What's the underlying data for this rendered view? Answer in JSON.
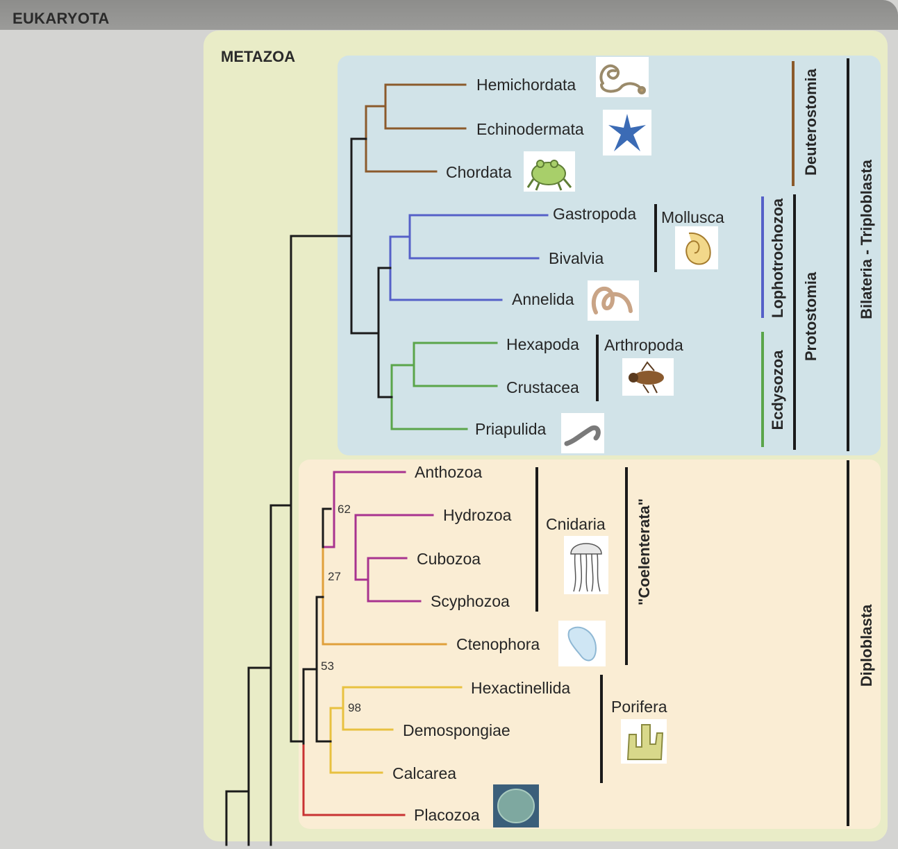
{
  "header": {
    "title": "EUKARYOTA"
  },
  "group": {
    "title": "METAZOA"
  },
  "taxa": [
    {
      "label": "Hemichordata",
      "icon": "acorn-worm-icon"
    },
    {
      "label": "Echinodermata",
      "icon": "starfish-icon"
    },
    {
      "label": "Chordata",
      "icon": "frog-icon"
    },
    {
      "label": "Gastropoda"
    },
    {
      "label": "Bivalvia"
    },
    {
      "label": "Annelida",
      "icon": "worm-icon"
    },
    {
      "label": "Hexapoda"
    },
    {
      "label": "Crustacea"
    },
    {
      "label": "Priapulida",
      "icon": "priapulid-icon"
    },
    {
      "label": "Anthozoa"
    },
    {
      "label": "Hydrozoa"
    },
    {
      "label": "Cubozoa"
    },
    {
      "label": "Scyphozoa"
    },
    {
      "label": "Ctenophora",
      "icon": "comb-jelly-icon"
    },
    {
      "label": "Hexactinellida"
    },
    {
      "label": "Demospongiae"
    },
    {
      "label": "Calcarea"
    },
    {
      "label": "Placozoa",
      "icon": "placozoan-icon"
    }
  ],
  "groups": {
    "mollusca": {
      "label": "Mollusca",
      "icon": "snail-shell-icon"
    },
    "arthropoda": {
      "label": "Arthropoda",
      "icon": "fly-icon"
    },
    "cnidaria": {
      "label": "Cnidaria",
      "icon": "jellyfish-icon"
    },
    "porifera": {
      "label": "Porifera",
      "icon": "sponge-icon"
    }
  },
  "support_values": [
    "62",
    "27",
    "53",
    "98"
  ],
  "clade_labels": {
    "deuterostomia": "Deuterostomia",
    "lophotrochozoa": "Lophotrochozoa",
    "ecdysozoa": "Ecdysozoa",
    "protostomia": "Protostomia",
    "bilateria": "Bilateria - Triploblasta",
    "coelenterata": "\"Coelenterata\"",
    "diploblasta": "Diploblasta"
  },
  "colors": {
    "deuterostomia": "#8b5a2b",
    "lophotrochozoa": "#5560c8",
    "ecdysozoa": "#5aa54a",
    "cnidaria": "#a8338f",
    "ctenophora": "#e0a03a",
    "porifera": "#e8c140",
    "placozoa": "#c83232",
    "backbone": "#1a1a1a",
    "bilateria_panel": "#d1e3e8",
    "diploblast_panel": "#faedd4",
    "metazoa_panel": "#e9ecc7"
  }
}
